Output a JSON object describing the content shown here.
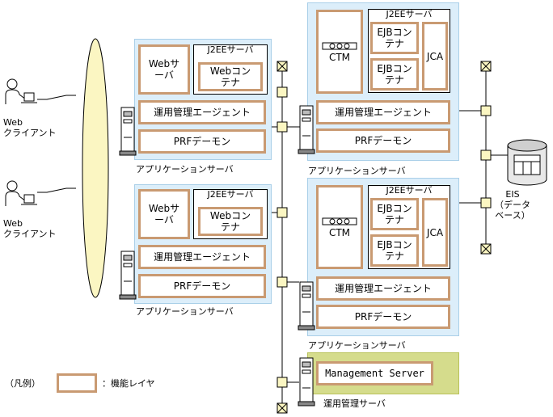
{
  "clients": [
    {
      "line1": "Web",
      "line2": "クライアント"
    },
    {
      "line1": "Web",
      "line2": "クライアント"
    }
  ],
  "app_server_left_top": {
    "caption": "アプリケーションサーバ",
    "web_server": "Webサーバ",
    "j2ee_title": "J2EEサーバ",
    "web_container": "Webコンテナ",
    "agent": "運用管理エージェント",
    "prf": "PRFデーモン"
  },
  "app_server_left_bottom": {
    "caption": "アプリケーションサーバ",
    "web_server": "Webサーバ",
    "j2ee_title": "J2EEサーバ",
    "web_container": "Webコンテナ",
    "agent": "運用管理エージェント",
    "prf": "PRFデーモン"
  },
  "app_server_right_top": {
    "caption": "アプリケーションサーバ",
    "j2ee_title": "J2EEサーバ",
    "ctm": "CTM",
    "ejb1": "EJBコンテナ",
    "ejb2": "EJBコンテナ",
    "jca": "JCA",
    "agent": "運用管理エージェント",
    "prf": "PRFデーモン"
  },
  "app_server_right_bottom": {
    "caption": "アプリケーションサーバ",
    "j2ee_title": "J2EEサーバ",
    "ctm": "CTM",
    "ejb1": "EJBコンテナ",
    "ejb2": "EJBコンテナ",
    "jca": "JCA",
    "agent": "運用管理エージェント",
    "prf": "PRFデーモン"
  },
  "management": {
    "server_box": "Management Server",
    "caption": "運用管理サーバ"
  },
  "eis": {
    "line1": "EIS",
    "line2": "（データ",
    "line3": "ベース）"
  },
  "legend": {
    "prefix": "（凡例）",
    "label": "：機能レイヤ"
  },
  "colors": {
    "panel": "#dceefa",
    "layer_border": "#c99a72",
    "mgmt_panel": "#d5dc8c"
  }
}
